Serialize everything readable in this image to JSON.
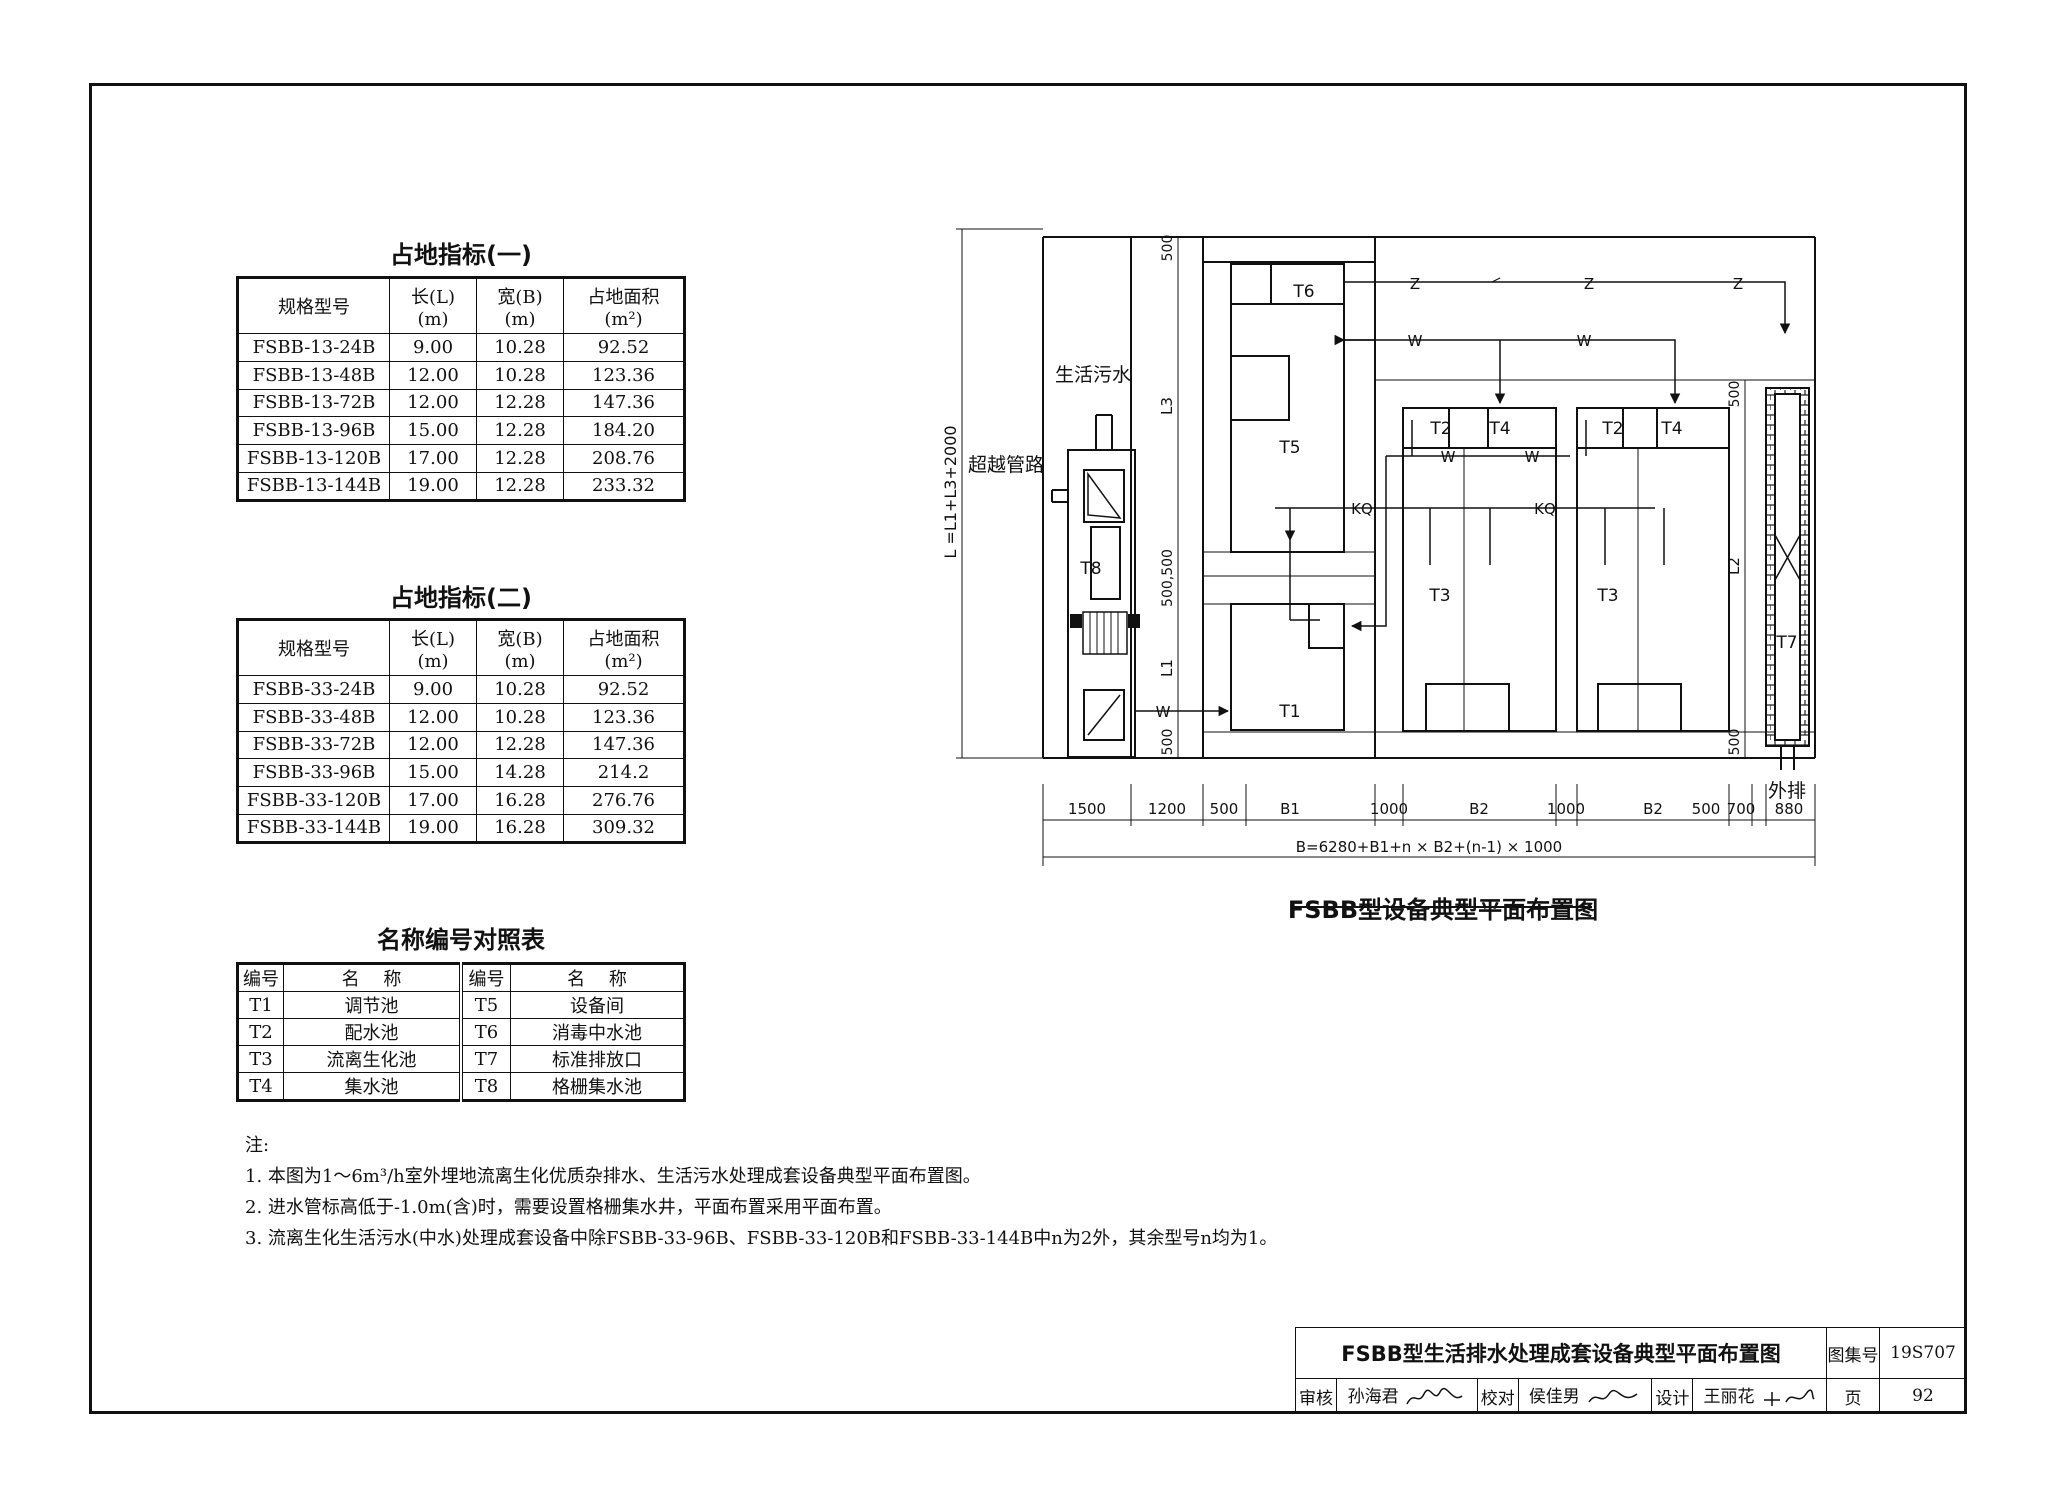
{
  "table1": {
    "title": "占地指标(一)",
    "headers": [
      [
        "规格型号"
      ],
      [
        "长(L)",
        "(m)"
      ],
      [
        "宽(B)",
        "(m)"
      ],
      [
        "占地面积",
        "(m²)"
      ]
    ],
    "rows": [
      [
        "FSBB-13-24B",
        "9.00",
        "10.28",
        "92.52"
      ],
      [
        "FSBB-13-48B",
        "12.00",
        "10.28",
        "123.36"
      ],
      [
        "FSBB-13-72B",
        "12.00",
        "12.28",
        "147.36"
      ],
      [
        "FSBB-13-96B",
        "15.00",
        "12.28",
        "184.20"
      ],
      [
        "FSBB-13-120B",
        "17.00",
        "12.28",
        "208.76"
      ],
      [
        "FSBB-13-144B",
        "19.00",
        "12.28",
        "233.32"
      ]
    ]
  },
  "table2": {
    "title": "占地指标(二)",
    "headers": [
      [
        "规格型号"
      ],
      [
        "长(L)",
        "(m)"
      ],
      [
        "宽(B)",
        "(m)"
      ],
      [
        "占地面积",
        "(m²)"
      ]
    ],
    "rows": [
      [
        "FSBB-33-24B",
        "9.00",
        "10.28",
        "92.52"
      ],
      [
        "FSBB-33-48B",
        "12.00",
        "10.28",
        "123.36"
      ],
      [
        "FSBB-33-72B",
        "12.00",
        "12.28",
        "147.36"
      ],
      [
        "FSBB-33-96B",
        "15.00",
        "14.28",
        "214.2"
      ],
      [
        "FSBB-33-120B",
        "17.00",
        "16.28",
        "276.76"
      ],
      [
        "FSBB-33-144B",
        "19.00",
        "16.28",
        "309.32"
      ]
    ]
  },
  "legend": {
    "title": "名称编号对照表",
    "headers": [
      "编号",
      "名　 称",
      "编号",
      "名　 称"
    ],
    "rows": [
      [
        "T1",
        "调节池",
        "T5",
        "设备间"
      ],
      [
        "T2",
        "配水池",
        "T6",
        "消毒中水池"
      ],
      [
        "T3",
        "流离生化池",
        "T7",
        "标准排放口"
      ],
      [
        "T4",
        "集水池",
        "T8",
        "格栅集水池"
      ]
    ]
  },
  "notes": {
    "title": "注:",
    "items": [
      "1. 本图为1～6m³/h室外埋地流离生化优质杂排水、生活污水处理成套设备典型平面布置图。",
      "2. 进水管标高低于-1.0m(含)时，需要设置格栅集水井，平面布置采用平面布置。",
      "3. 流离生化生活污水(中水)处理成套设备中除FSBB-33-96B、FSBB-33-120B和FSBB-33-144B中n为2外，其余型号n均为1。"
    ]
  },
  "diagram": {
    "title": "FSBB型设备典型平面布置图",
    "labels": {
      "inflow": "生活污水",
      "bypass": "超越管路",
      "discharge": "外排",
      "total_length": "L =L1+L3+2000",
      "total_width": "B=6280+B1+n × B2+(n-1) × 1000",
      "L1": "L1",
      "L2": "L2",
      "L3": "L3",
      "d500": "500",
      "d500500": "500,500"
    },
    "tanks": {
      "T1": "T1",
      "T2": "T2",
      "T3": "T3",
      "T4": "T4",
      "T5": "T5",
      "T6": "T6",
      "T7": "T7",
      "T8": "T8"
    },
    "pipes": {
      "Z": "Z",
      "W": "W",
      "KQ": "KQ"
    },
    "dims": [
      "1500",
      "1200",
      "500",
      "B1",
      "1000",
      "B2",
      "1000",
      "B2",
      "500",
      "700",
      "880"
    ]
  },
  "titleblock": {
    "title": "FSBB型生活排水处理成套设备典型平面布置图",
    "atlas_label": "图集号",
    "atlas_no": "19S707",
    "page_label": "页",
    "page_no": "92",
    "review_label": "审核",
    "reviewer": "孙海君",
    "check_label": "校对",
    "checker": "侯佳男",
    "design_label": "设计",
    "designer": "王丽花"
  }
}
